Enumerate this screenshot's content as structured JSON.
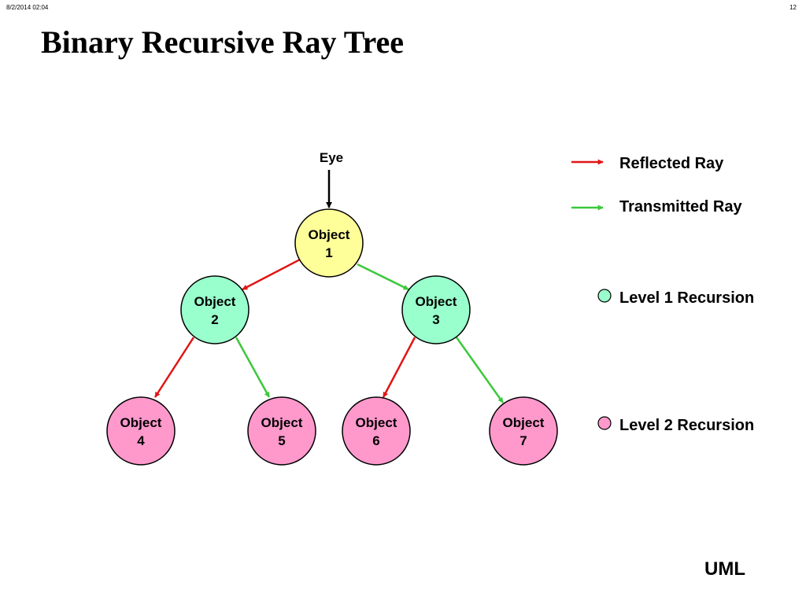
{
  "header": {
    "date_time": "8/2/2014   02:04",
    "page_number": "12"
  },
  "title": "Binary Recursive Ray Tree",
  "diagram": {
    "eye_label": "Eye",
    "nodes": [
      {
        "id": "obj1",
        "line1": "Object",
        "line2": "1",
        "level": "root"
      },
      {
        "id": "obj2",
        "line1": "Object",
        "line2": "2",
        "level": "level1"
      },
      {
        "id": "obj3",
        "line1": "Object",
        "line2": "3",
        "level": "level1"
      },
      {
        "id": "obj4",
        "line1": "Object",
        "line2": "4",
        "level": "level2"
      },
      {
        "id": "obj5",
        "line1": "Object",
        "line2": "5",
        "level": "level2"
      },
      {
        "id": "obj6",
        "line1": "Object",
        "line2": "6",
        "level": "level2"
      },
      {
        "id": "obj7",
        "line1": "Object",
        "line2": "7",
        "level": "level2"
      }
    ],
    "edges": [
      {
        "from": "eye",
        "to": "obj1",
        "type": "eye"
      },
      {
        "from": "obj1",
        "to": "obj2",
        "type": "reflected"
      },
      {
        "from": "obj1",
        "to": "obj3",
        "type": "transmitted"
      },
      {
        "from": "obj2",
        "to": "obj4",
        "type": "reflected"
      },
      {
        "from": "obj2",
        "to": "obj5",
        "type": "transmitted"
      },
      {
        "from": "obj3",
        "to": "obj6",
        "type": "reflected"
      },
      {
        "from": "obj3",
        "to": "obj7",
        "type": "transmitted"
      }
    ]
  },
  "legend": {
    "reflected_label": "Reflected Ray",
    "transmitted_label": "Transmitted Ray",
    "level1_label": "Level 1 Recursion",
    "level2_label": "Level 2 Recursion"
  },
  "colors": {
    "reflected": "#e01515",
    "transmitted": "#3cc83c",
    "eye_ray": "#000000",
    "root_fill": "#ffff99",
    "level1_fill": "#99ffcc",
    "level2_fill": "#ff99cc"
  },
  "footer": "UML"
}
